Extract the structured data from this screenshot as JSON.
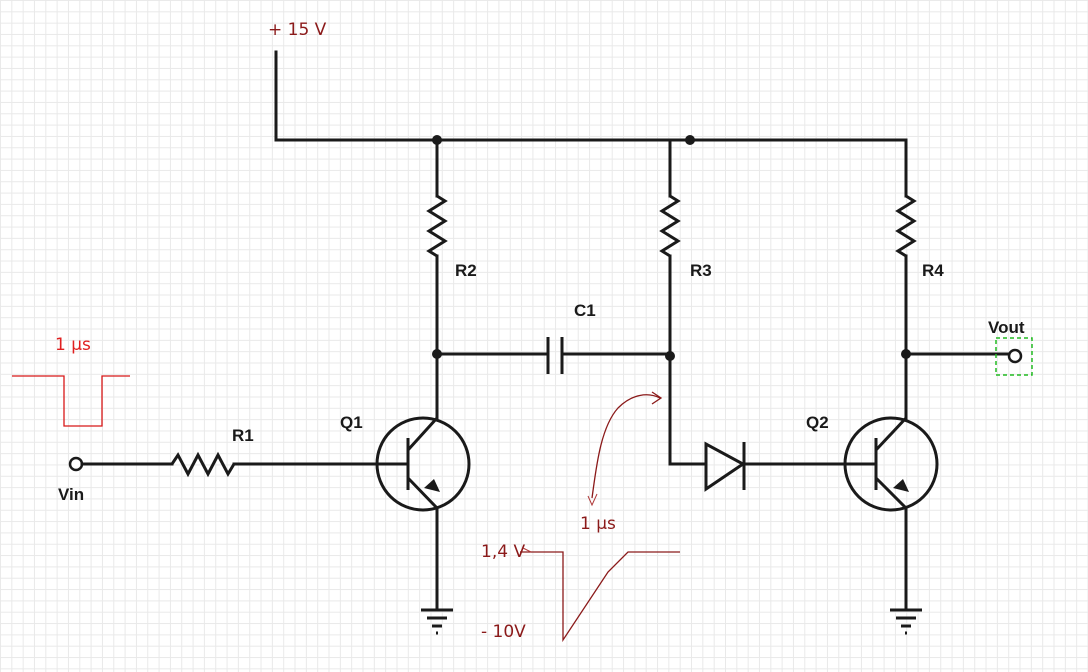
{
  "supply_label": "+ 15 V",
  "components": {
    "R1": "R1",
    "R2": "R2",
    "R3": "R3",
    "R4": "R4",
    "C1": "C1",
    "Q1": "Q1",
    "Q2": "Q2"
  },
  "ports": {
    "input": "Vin",
    "output": "Vout"
  },
  "annotations": {
    "input_pulse_width": "1 µs",
    "collector_pulse_width": "1 µs",
    "high_level": "1,4 V",
    "low_level": "- 10V"
  },
  "colors": {
    "wire": "#1a1a1a",
    "annotation_dark": "#8b1a1a",
    "annotation_red": "#e02020",
    "output_marker": "#22bb22"
  }
}
